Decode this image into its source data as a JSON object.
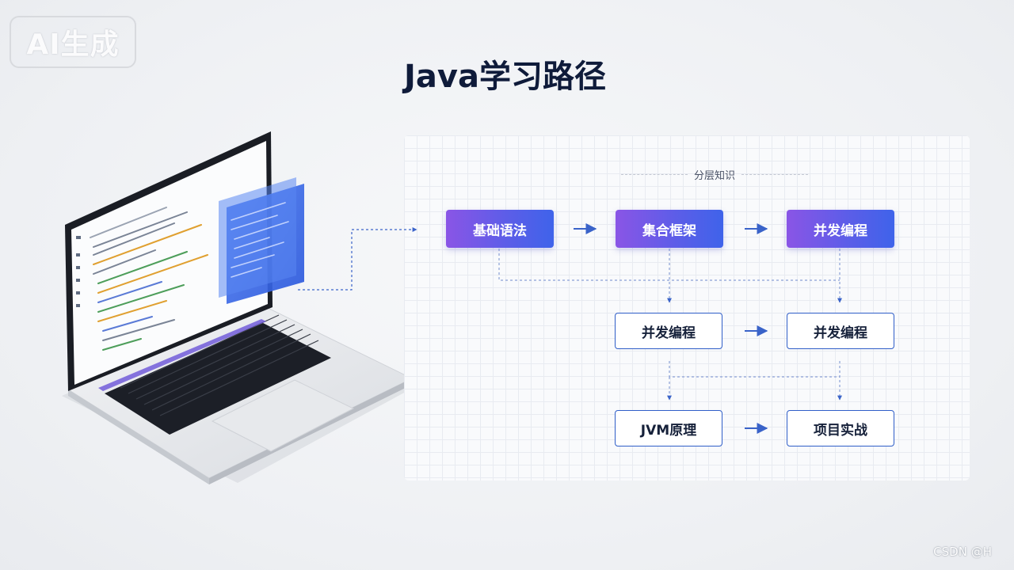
{
  "badge": {
    "text": "AI生成"
  },
  "title": "Java学习路径",
  "diagram": {
    "layer_label": "分层知识",
    "row1": [
      "基础语法",
      "集合框架",
      "并发编程"
    ],
    "row2": [
      "并发编程",
      "并发编程"
    ],
    "row3": [
      "JVM原理",
      "项目实战"
    ]
  },
  "colors": {
    "accent_start": "#8a55e6",
    "accent_end": "#3f63ea",
    "outline": "#2f5ec8",
    "arrow": "#3a63c9"
  },
  "watermark": "CSDN @H"
}
